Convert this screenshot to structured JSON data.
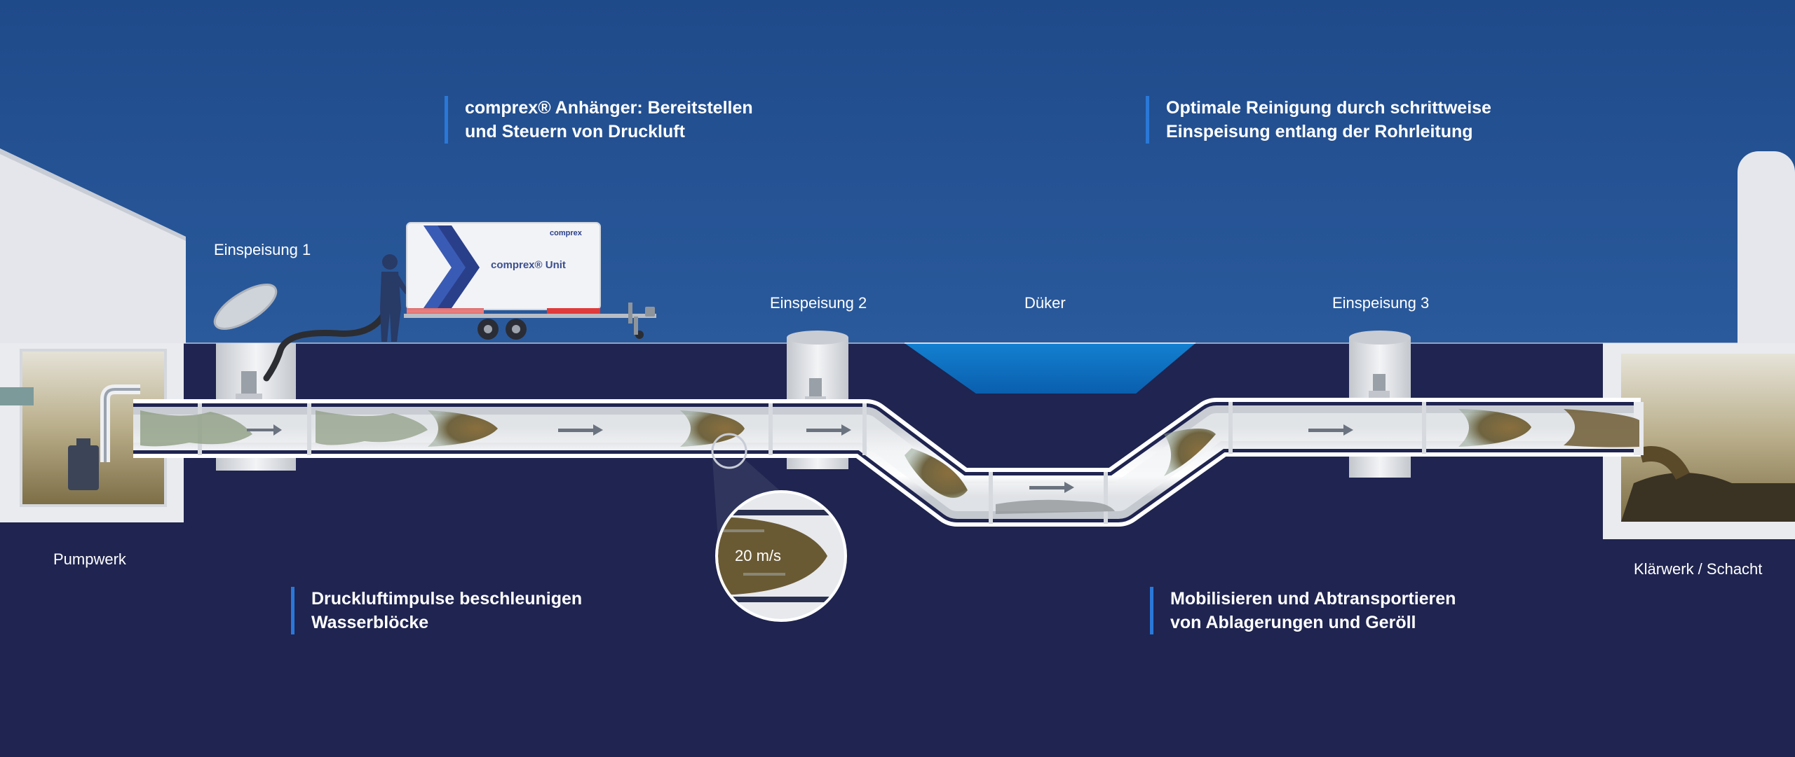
{
  "colors": {
    "sky": "#23528f",
    "ground": "#1f2450",
    "accent": "#2a78d8",
    "water": "#0e6ec0",
    "pipe": "#eceef1",
    "sediment": "#6e6038"
  },
  "callouts": {
    "trailer": {
      "line1": "comprex® Anhänger: Bereitstellen",
      "line2": "und Steuern von Druckluft"
    },
    "cleaning": {
      "line1": "Optimale Reinigung durch schrittweise",
      "line2": "Einspeisung entlang der Rohrleitung"
    },
    "impulses": {
      "line1": "Druckluftimpulse beschleunigen",
      "line2": "Wasserblöcke"
    },
    "mobilize": {
      "line1": "Mobilisieren und Abtransportieren",
      "line2": "von Ablagerungen und Geröll"
    }
  },
  "labels": {
    "feed1": "Einspeisung 1",
    "feed2": "Einspeisung 2",
    "feed3": "Einspeisung 3",
    "dueker": "Düker",
    "pump_station": "Pumpwerk",
    "treatment_plant": "Klärwerk / Schacht"
  },
  "trailer": {
    "brand_small": "comprex",
    "unit_label": "comprex® Unit"
  },
  "zoom": {
    "speed": "20 m/s"
  }
}
